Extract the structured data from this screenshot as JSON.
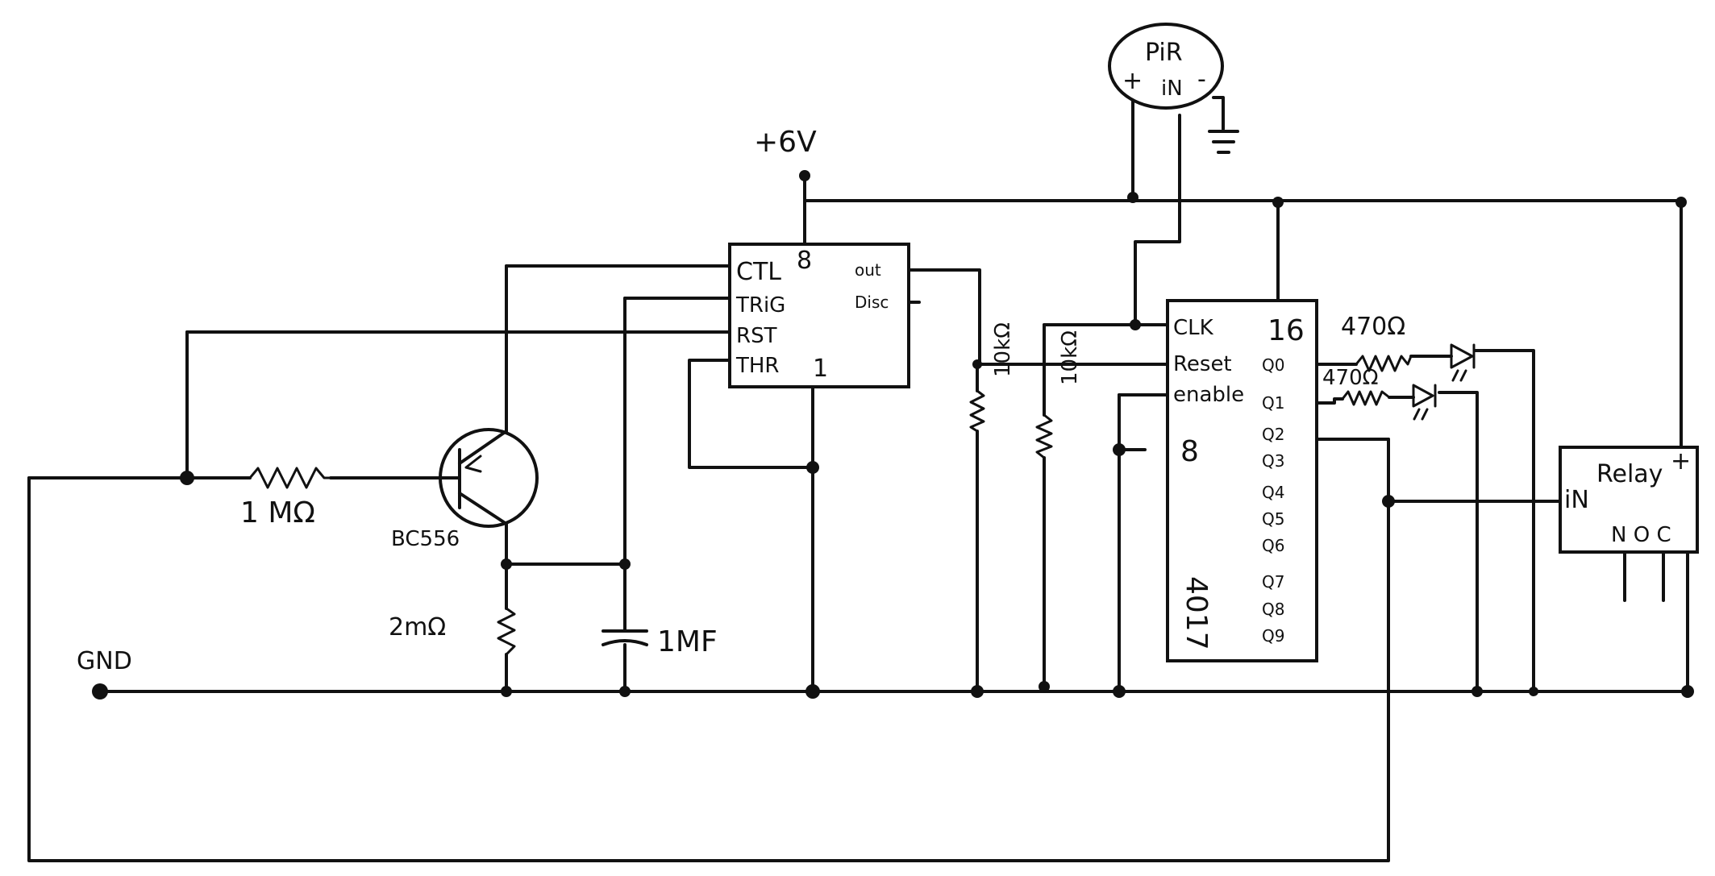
{
  "power": {
    "supply_label": "+6V",
    "ground_label": "GND"
  },
  "pir": {
    "name": "PiR",
    "plus": "+",
    "in": "iN",
    "minus": "-"
  },
  "timer555": {
    "pin8": "8",
    "pin1": "1",
    "ctl": "CTL",
    "trig": "TRiG",
    "rst": "RST",
    "thr": "THR",
    "out": "out",
    "disc": "Disc"
  },
  "counter4017": {
    "pin16": "16",
    "pin8": "8",
    "part_number": "4017",
    "clk": "CLK",
    "reset": "Reset",
    "enable": "enable",
    "outputs": [
      "Q0",
      "Q1",
      "Q2",
      "Q3",
      "Q4",
      "Q5",
      "Q6",
      "Q7",
      "Q8",
      "Q9"
    ]
  },
  "relay": {
    "title": "Relay",
    "plus": "+",
    "in": "iN",
    "pins": "N O C"
  },
  "components": {
    "r_1m": "1 MΩ",
    "transistor": "BC556",
    "r_2m": "2mΩ",
    "cap": "1MF",
    "r_10k_a": "10kΩ",
    "r_10k_b": "10kΩ",
    "r_470_a": "470Ω",
    "r_470_b": "470Ω"
  }
}
